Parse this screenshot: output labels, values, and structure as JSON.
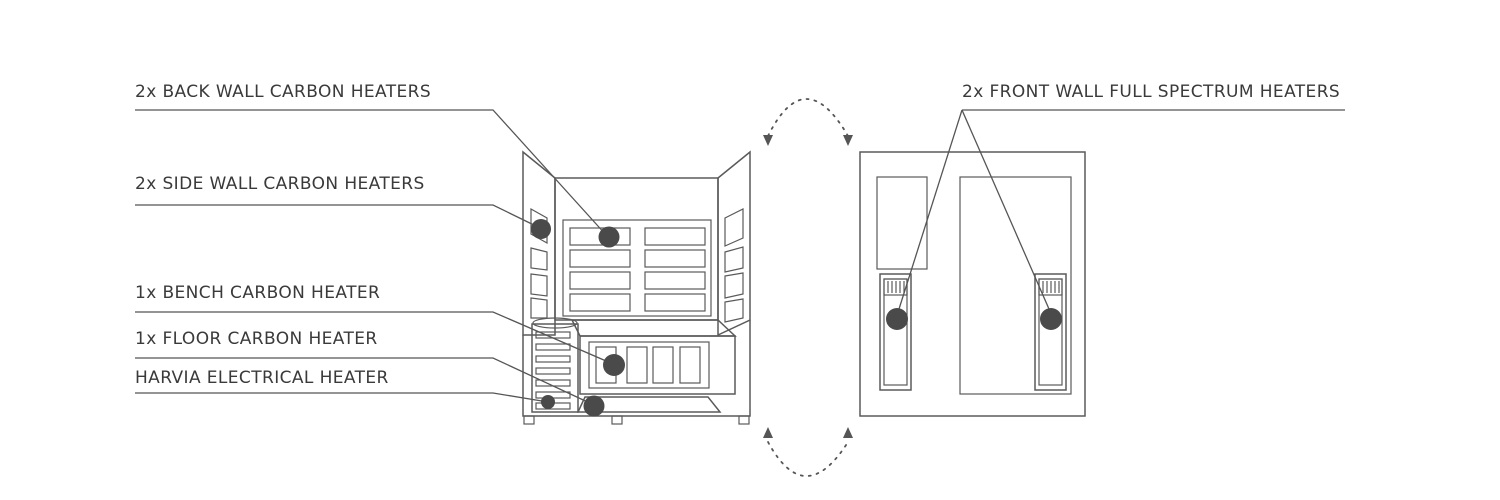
{
  "labels": {
    "back_wall": "2x BACK WALL CARBON HEATERS",
    "side_wall": "2x SIDE WALL CARBON HEATERS",
    "bench": "1x BENCH CARBON HEATER",
    "floor": "1x FLOOR CARBON HEATER",
    "harvia": "HARVIA ELECTRICAL HEATER",
    "front_wall": "2x FRONT WALL FULL SPECTRUM HEATERS"
  },
  "colors": {
    "line": "#555555",
    "dot": "#4a4a4a",
    "text": "#3a3a3a"
  }
}
